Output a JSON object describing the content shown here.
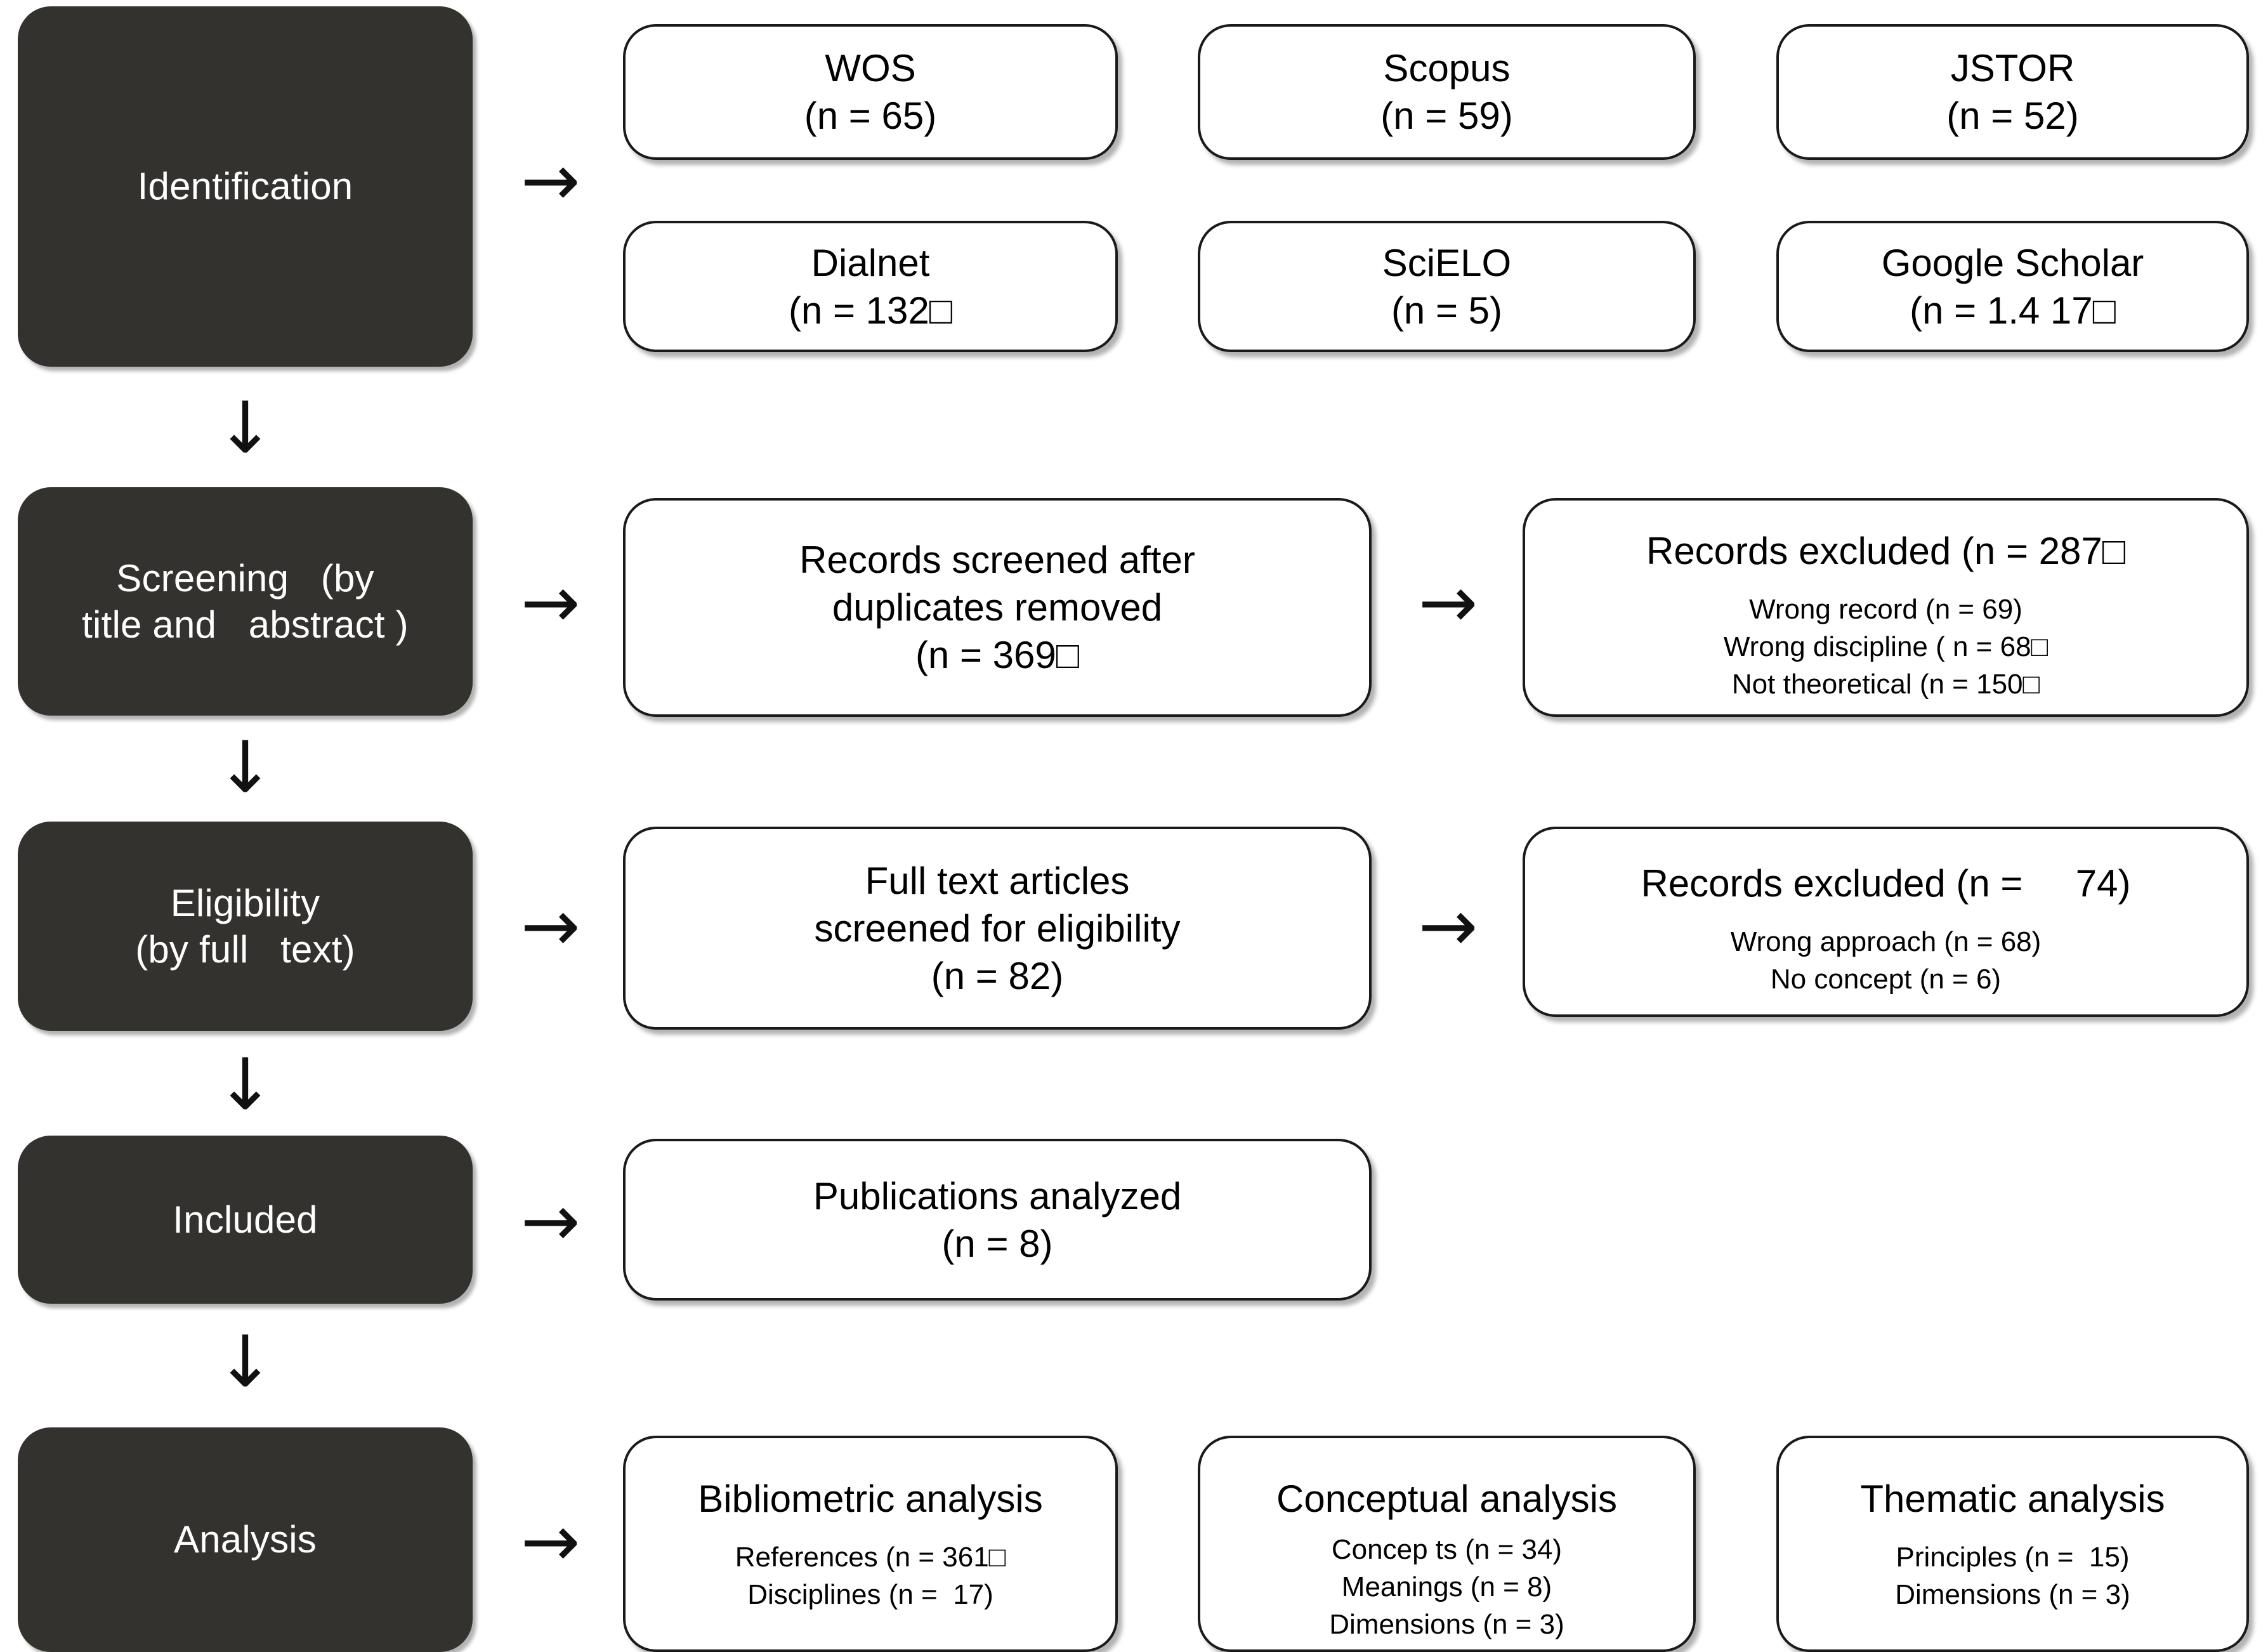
{
  "diagram": {
    "type": "prisma-flow-diagram",
    "colors": {
      "stage_fill": "#33322F",
      "stage_text": "#FFFFFF",
      "box_fill": "#FFFFFF",
      "box_border": "#1A1A1A",
      "background": "#FFFFFF"
    },
    "arrow_right_glyph": "→",
    "arrow_down_glyph": "↓"
  },
  "stages": [
    {
      "id": "identification",
      "label_lines": [
        "Identification"
      ]
    },
    {
      "id": "screening",
      "label_lines": [
        "Screening   (by",
        "title and   abstract )"
      ]
    },
    {
      "id": "eligibility",
      "label_lines": [
        "Eligibility",
        "(by full   text)"
      ]
    },
    {
      "id": "included",
      "label_lines": [
        "Included"
      ]
    },
    {
      "id": "analysis",
      "label_lines": [
        "Analysis"
      ]
    }
  ],
  "identification": {
    "sources": [
      {
        "name": "WOS",
        "count": "(n = 65)"
      },
      {
        "name": "Scopus",
        "count": "(n = 59)"
      },
      {
        "name": "JSTOR",
        "count": "(n = 52)"
      },
      {
        "name": "Dialnet",
        "count": "(n = 132□"
      },
      {
        "name": "SciELO",
        "count": "(n = 5)"
      },
      {
        "name": "Google Scholar",
        "count": "(n = 1.4 17□"
      }
    ]
  },
  "screening": {
    "screened_box": {
      "line1": "Records screened after",
      "line2": "duplicates removed",
      "line3": "(n = 369□"
    },
    "excluded_box": {
      "title": "Records excluded (n = 287□",
      "reasons": [
        "Wrong record (n = 69)",
        "Wrong discipline ( n = 68□",
        "Not theoretical (n = 150□"
      ]
    }
  },
  "eligibility": {
    "fulltext_box": {
      "line1": "Full text articles",
      "line2": "screened for eligibility",
      "line3": "(n = 82)"
    },
    "excluded_box": {
      "title": "Records excluded (n =     74)",
      "reasons": [
        "Wrong approach (n = 68)",
        "No concept (n = 6)"
      ]
    }
  },
  "included": {
    "publications_box": {
      "line1": "Publications analyzed",
      "line2": "(n = 8)"
    }
  },
  "analysis": {
    "panels": [
      {
        "title": "Bibliometric analysis",
        "items": [
          "References (n = 361□",
          "Disciplines (n =  17)"
        ]
      },
      {
        "title": "Conceptual analysis",
        "items": [
          "Concep ts (n = 34)",
          "Meanings (n = 8)",
          "Dimensions (n = 3)"
        ]
      },
      {
        "title": "Thematic analysis",
        "items": [
          "Principles (n =  15)",
          "Dimensions (n = 3)"
        ]
      }
    ]
  },
  "connectors": {
    "right_arrows": [
      "identification",
      "screening",
      "eligibility",
      "included",
      "analysis"
    ],
    "down_arrows": [
      "to-screening",
      "to-eligibility",
      "to-included",
      "to-analysis"
    ],
    "screening_to_excluded": "screening-exclusion",
    "eligibility_to_excluded": "eligibility-exclusion"
  }
}
